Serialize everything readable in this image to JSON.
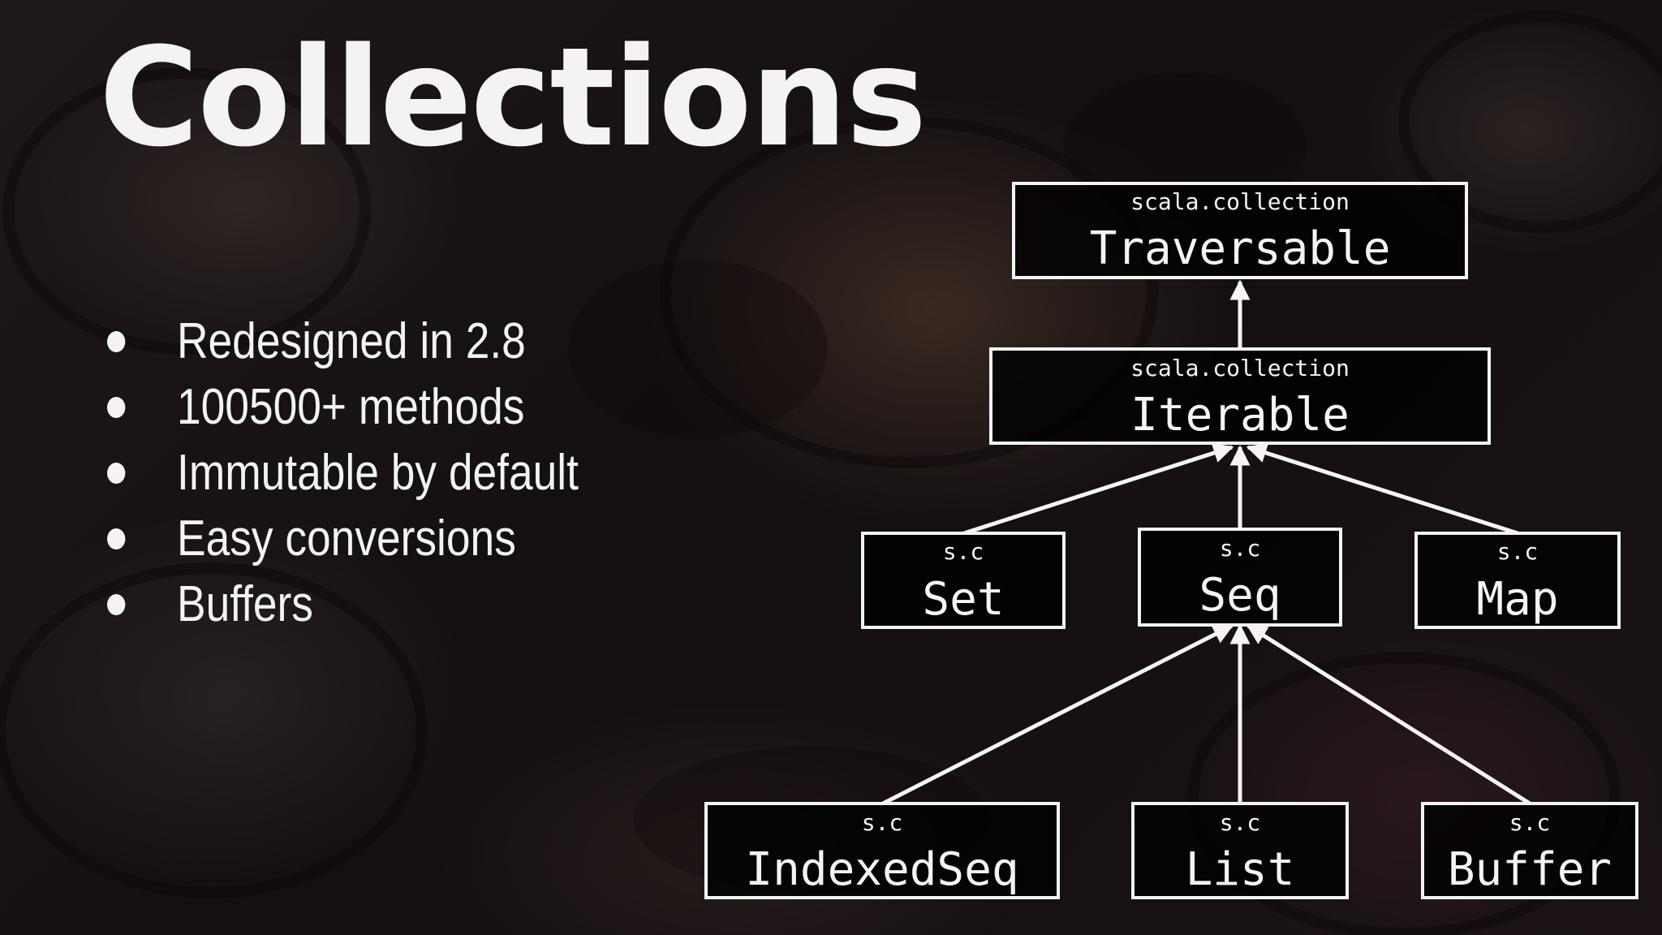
{
  "slide": {
    "title": "Collections",
    "bullets": [
      "Redesigned in 2.8",
      "100500+ methods",
      "Immutable by default",
      "Easy conversions",
      "Buffers"
    ]
  },
  "diagram": {
    "nodes": {
      "traversable": {
        "package": "scala.collection",
        "name": "Traversable"
      },
      "iterable": {
        "package": "scala.collection",
        "name": "Iterable"
      },
      "set": {
        "package": "s.c",
        "name": "Set"
      },
      "seq": {
        "package": "s.c",
        "name": "Seq"
      },
      "map": {
        "package": "s.c",
        "name": "Map"
      },
      "indexedseq": {
        "package": "s.c",
        "name": "IndexedSeq"
      },
      "list": {
        "package": "s.c",
        "name": "List"
      },
      "buffer": {
        "package": "s.c",
        "name": "Buffer"
      }
    },
    "edges": [
      {
        "from": "iterable",
        "to": "traversable"
      },
      {
        "from": "set",
        "to": "iterable"
      },
      {
        "from": "seq",
        "to": "iterable"
      },
      {
        "from": "map",
        "to": "iterable"
      },
      {
        "from": "indexedseq",
        "to": "seq"
      },
      {
        "from": "list",
        "to": "seq"
      },
      {
        "from": "buffer",
        "to": "seq"
      }
    ],
    "colors": {
      "foreground": "#f4f4f4",
      "box_fill": "#000000"
    }
  }
}
